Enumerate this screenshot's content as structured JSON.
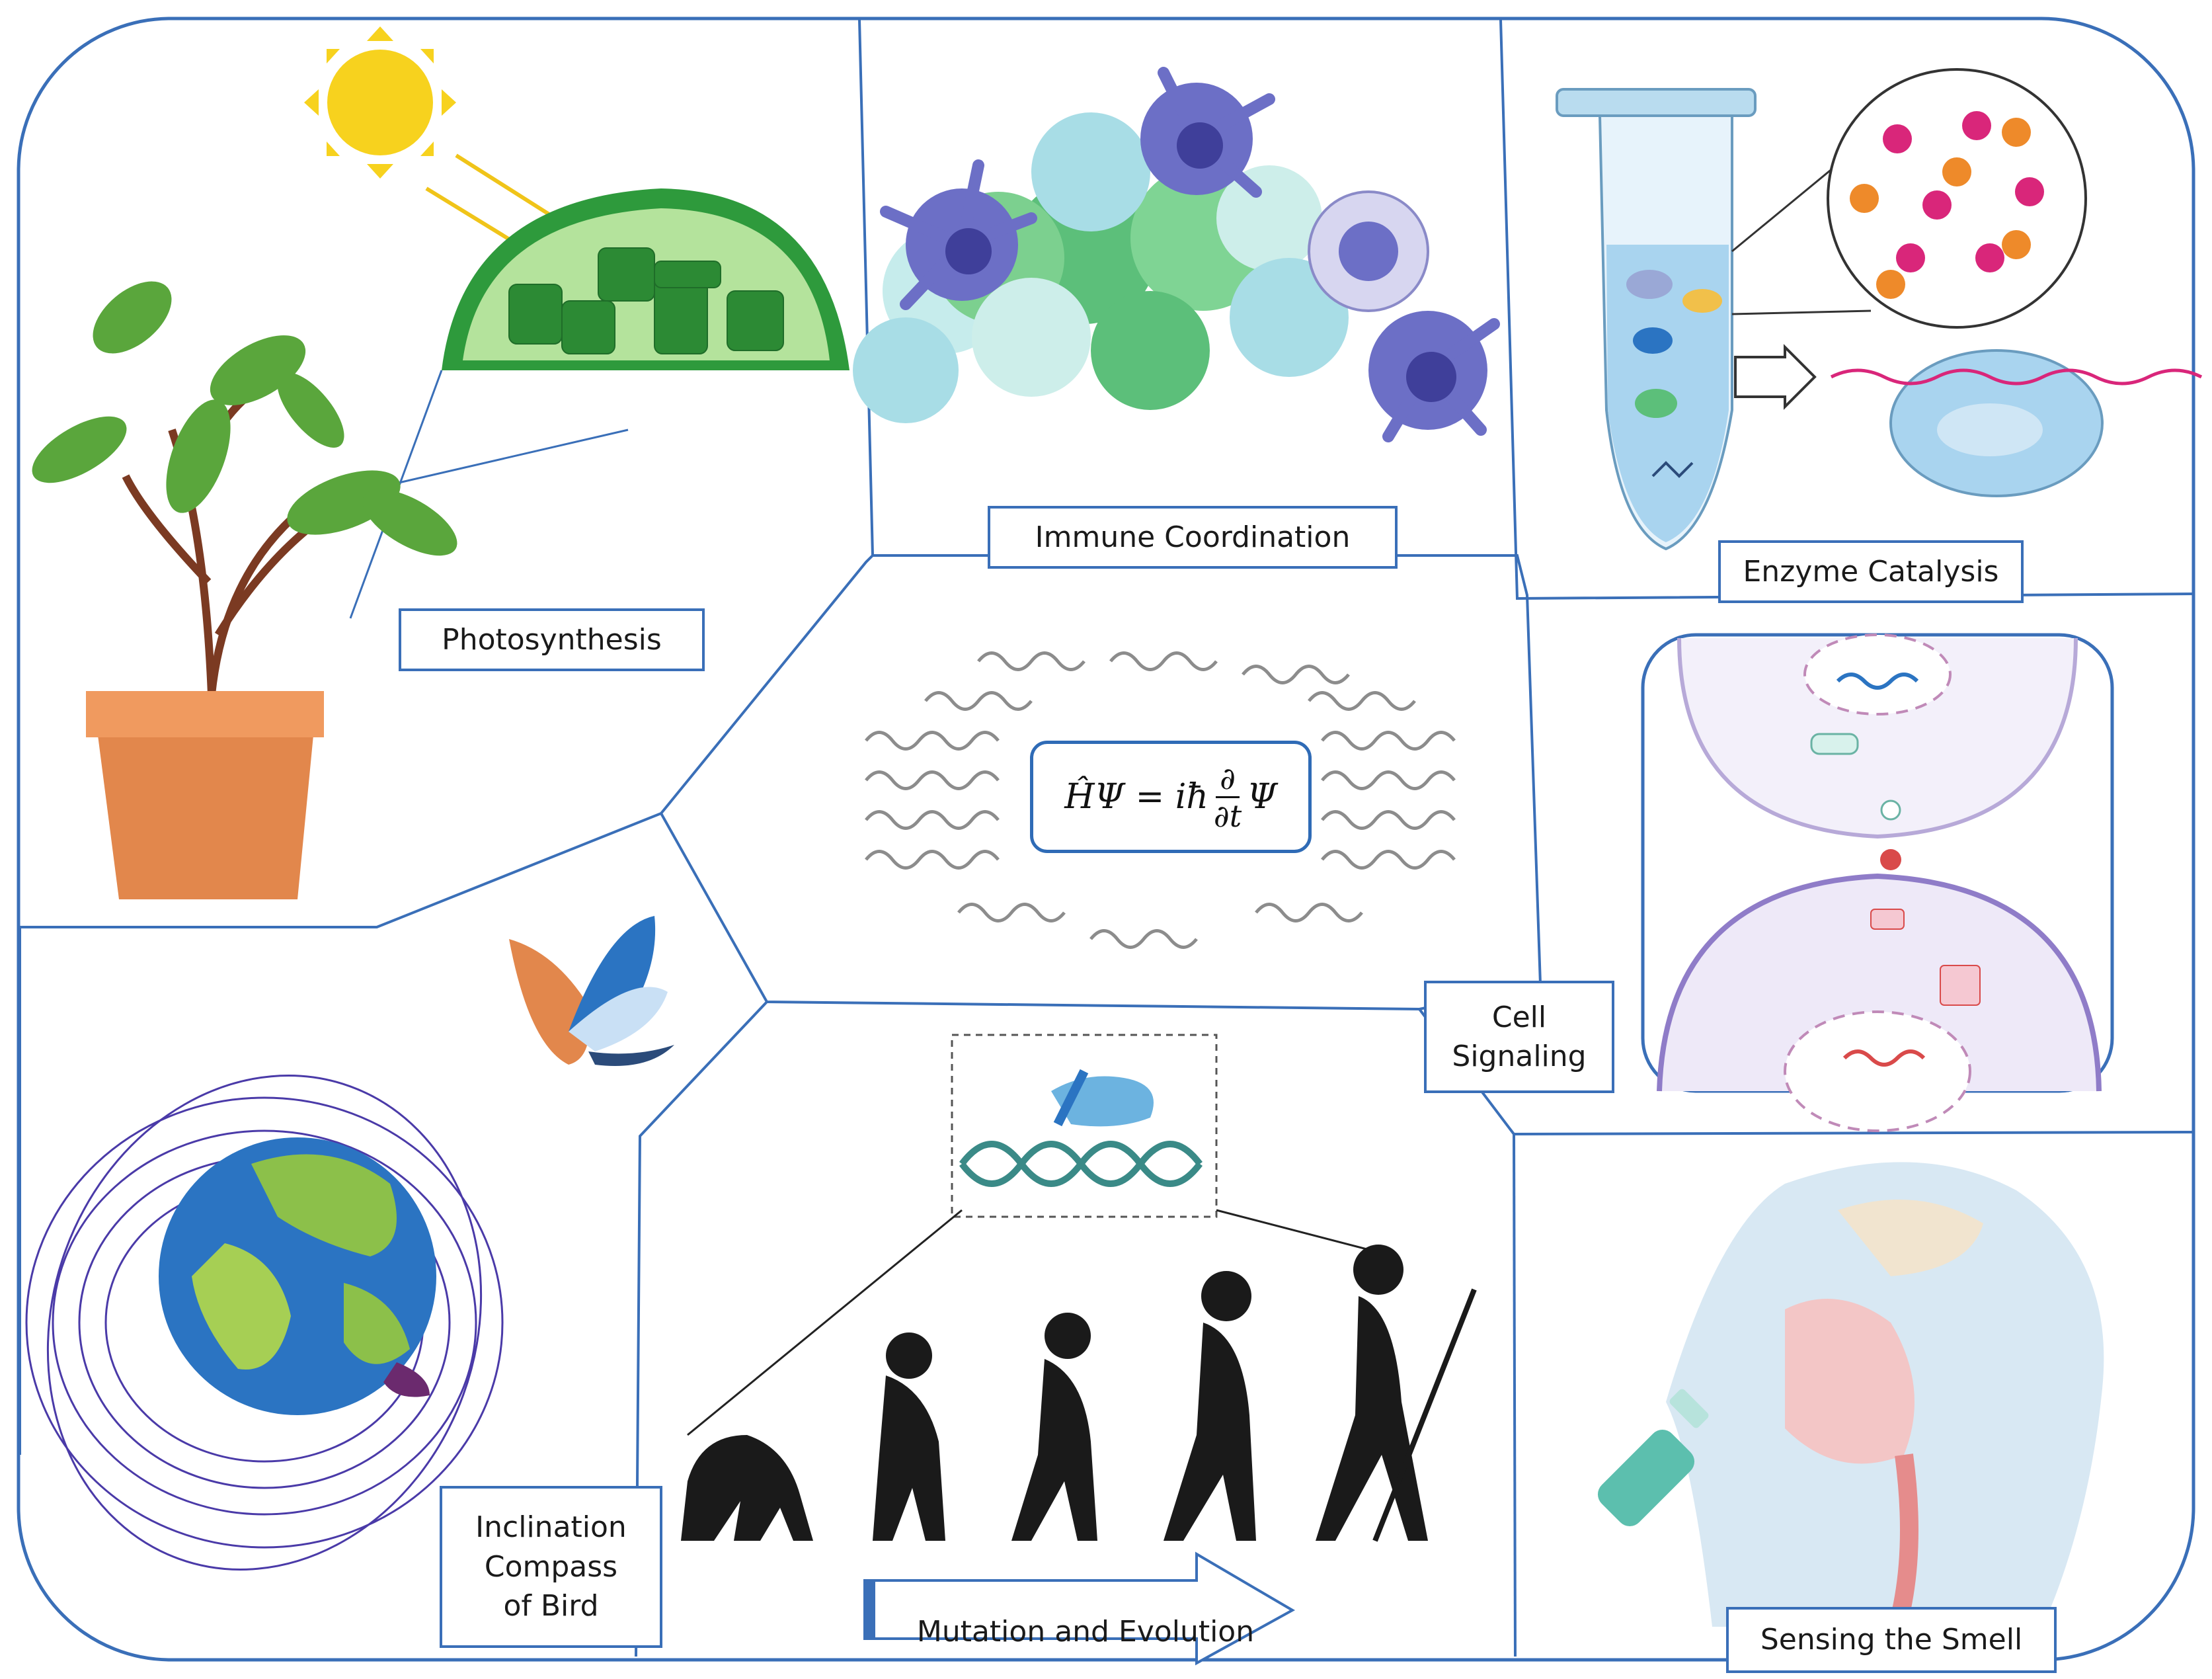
{
  "labels": {
    "photosynthesis": "Photosynthesis",
    "immune": "Immune Coordination",
    "enzyme": "Enzyme Catalysis",
    "cell_signaling": "Cell\nSignaling",
    "inclination": "Inclination\nCompass\nof Bird",
    "mutation": "Mutation and Evolution",
    "smell": "Sensing the Smell"
  },
  "equation": {
    "lhs": "ĤΨ = iħ",
    "num": "∂",
    "den": "∂t",
    "rhs": "Ψ"
  },
  "colors": {
    "border": "#3a6fb8",
    "plant_green": "#5aa63c",
    "chloroplast": "#2e9a3c",
    "sun": "#f7d21e",
    "pot": "#e2874c",
    "immune_purple": "#6c6fc6",
    "immune_green": "#5cbf7a",
    "tube_blue": "#a9d4ef",
    "earth_blue": "#2b74c2",
    "silhouette": "#1a1a1a"
  }
}
